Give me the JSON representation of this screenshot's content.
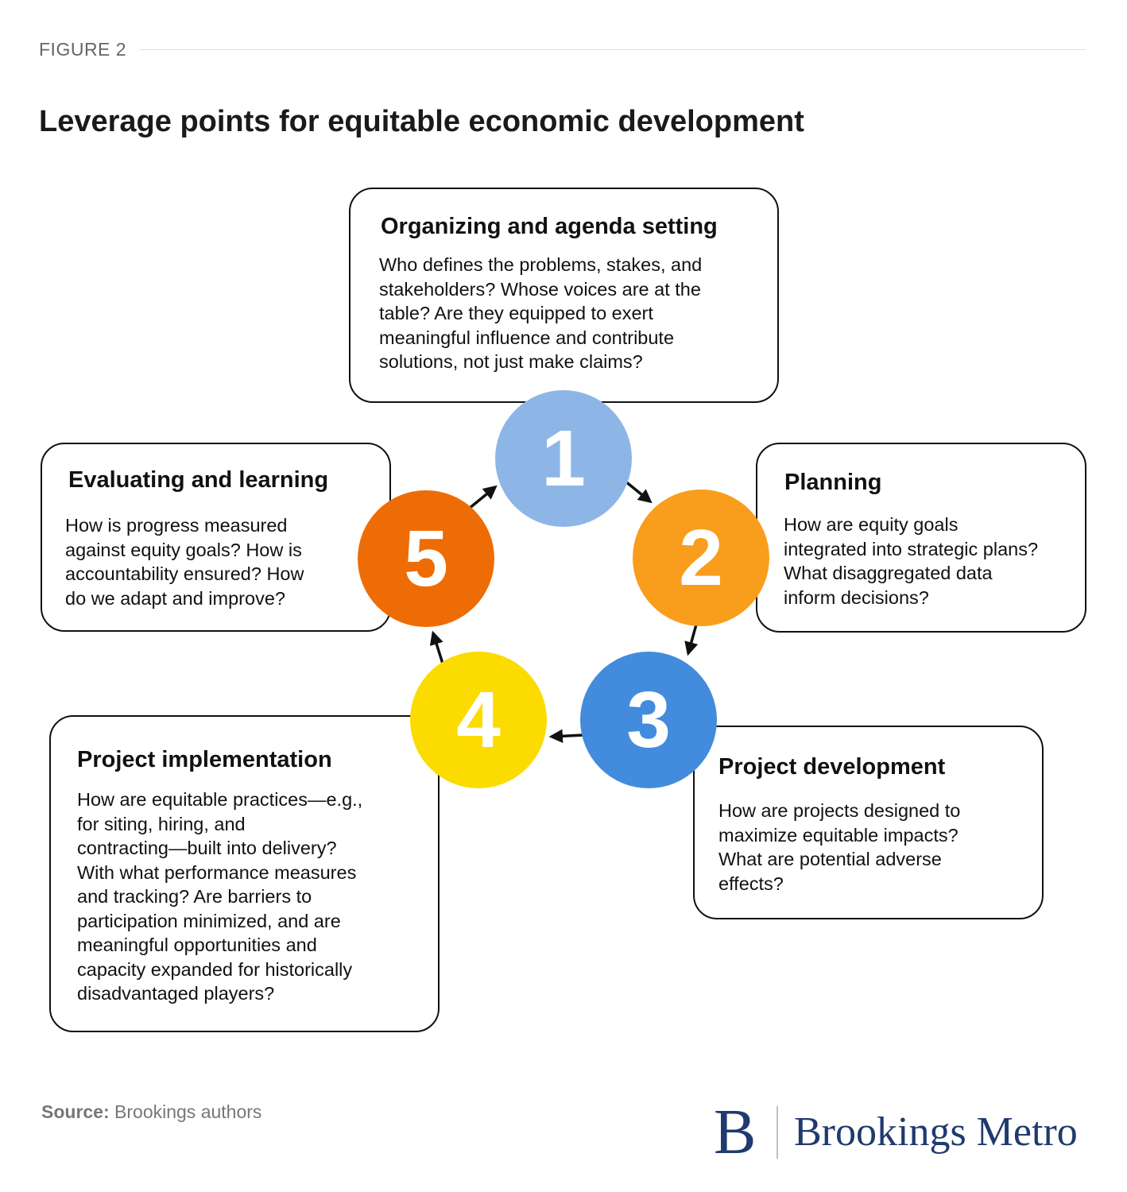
{
  "header": {
    "figure_label": "FIGURE 2",
    "title": "Leverage points for equitable economic development"
  },
  "steps": [
    {
      "number": "1",
      "color": "#8DB6E6",
      "title": "Organizing and agenda setting",
      "lines": [
        "Who defines the problems, stakes, and",
        "stakeholders? Whose voices are at the",
        "table? Are they equipped to exert",
        "meaningful influence and contribute",
        "solutions, not just make claims?"
      ]
    },
    {
      "number": "2",
      "color": "#F99D1C",
      "title": "Planning",
      "lines": [
        "How are equity goals",
        "integrated into strategic plans?",
        "What disaggregated data",
        "inform decisions?"
      ]
    },
    {
      "number": "3",
      "color": "#438CDD",
      "title": "Project development",
      "lines": [
        "How are projects designed to",
        "maximize equitable impacts?",
        "What are potential adverse",
        "effects?"
      ]
    },
    {
      "number": "4",
      "color": "#FCDB00",
      "title": "Project implementation",
      "lines": [
        "How are equitable practices—e.g.,",
        "for siting, hiring, and",
        "contracting—built into delivery?",
        "With what performance measures",
        "and tracking? Are barriers to",
        "participation minimized, and are",
        "meaningful opportunities and",
        "capacity expanded for historically",
        "disadvantaged players?"
      ]
    },
    {
      "number": "5",
      "color": "#EE6C05",
      "title": "Evaluating and learning",
      "lines": [
        "How is progress measured",
        "against equity goals? How is",
        "accountability ensured? How",
        "do we adapt and improve?"
      ]
    }
  ],
  "footer": {
    "source_label": "Source:",
    "source_text": "Brookings authors",
    "logo_mark": "B",
    "logo_text": "Brookings Metro",
    "logo_color": "#1F3A6E"
  }
}
